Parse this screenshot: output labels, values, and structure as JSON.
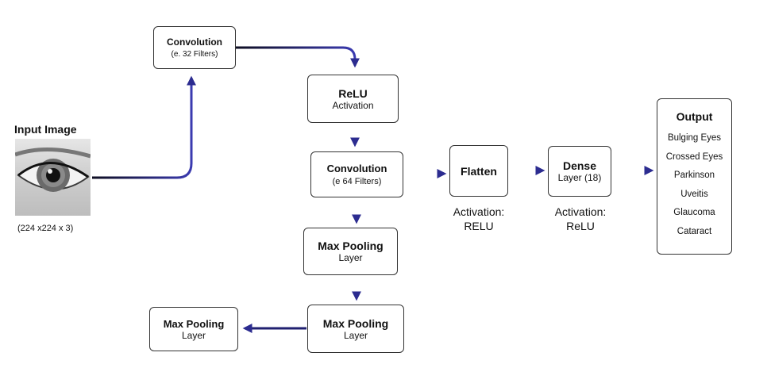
{
  "input": {
    "title": "Input Image",
    "dims": "(224 x224 x 3)"
  },
  "conv1": {
    "title": "Convolution",
    "sub": "(e. 32 Filters)"
  },
  "relu": {
    "title": "ReLU",
    "sub": "Activation"
  },
  "conv2": {
    "title": "Convolution",
    "sub": "(e 64 Filters)"
  },
  "maxpool1": {
    "title": "Max Pooling",
    "sub": "Layer"
  },
  "maxpool2": {
    "title": "Max Pooling",
    "sub": "Layer"
  },
  "maxpool3": {
    "title": "Max Pooling",
    "sub": "Layer"
  },
  "flatten": {
    "title": "Flatten",
    "activation_label": "Activation:",
    "activation_value": "RELU"
  },
  "dense": {
    "title": "Dense",
    "sub": "Layer (18)",
    "activation_label": "Activation:",
    "activation_value": "ReLU"
  },
  "output": {
    "title": "Output",
    "items": [
      "Bulging Eyes",
      "Crossed Eyes",
      "Parkinson",
      "Uveitis",
      "Glaucoma",
      "Cataract"
    ]
  },
  "colors": {
    "arrow_blue": "#3a3ab0",
    "arrow_dark": "#14143a",
    "border": "#333333"
  }
}
